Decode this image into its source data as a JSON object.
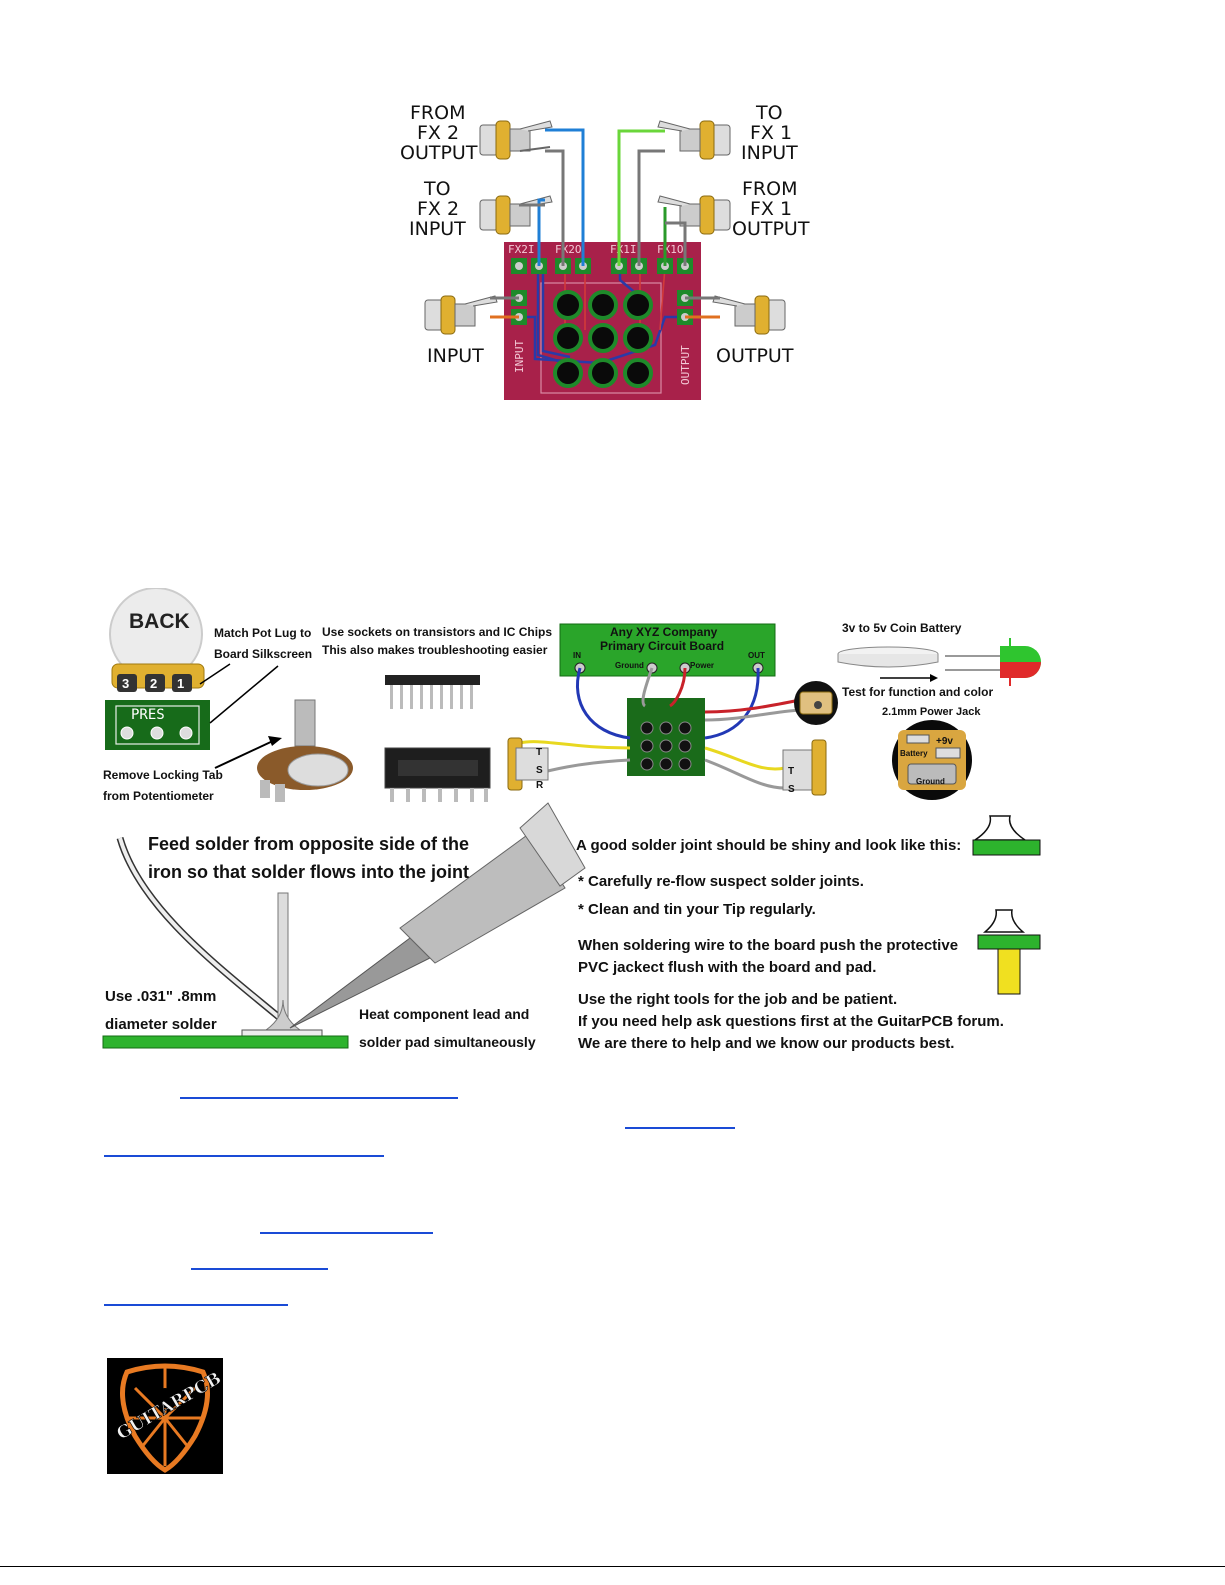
{
  "wiring": {
    "jack_labels": {
      "fx2_output": [
        "FROM",
        "FX 2",
        "OUTPUT"
      ],
      "fx1_input": [
        "TO",
        "FX 1",
        "INPUT"
      ],
      "fx2_input": [
        "TO",
        "FX 2",
        "INPUT"
      ],
      "fx1_output": [
        "FROM",
        "FX 1",
        "OUTPUT"
      ],
      "input": "INPUT",
      "output": "OUTPUT"
    },
    "board_silk": {
      "fx2i": "FX2I",
      "fx2o": "FX2O",
      "fx1i": "FX1I",
      "fx1o": "FX1O",
      "input": "INPUT",
      "output": "OUTPUT"
    },
    "colors": {
      "board": "#a8214a",
      "pad": "#1e8a2a",
      "wire_blue": "#1f7fd6",
      "wire_green": "#6ad63a",
      "wire_gray": "#777777",
      "wire_orange": "#e07020"
    }
  },
  "guide": {
    "pot_back": "BACK",
    "lug_numbers": [
      "3",
      "2",
      "1"
    ],
    "pres_label": "PRES",
    "match_pot_line1": "Match Pot Lug to",
    "match_pot_line2": "Board Silkscreen",
    "remove_tab_line1": "Remove Locking Tab",
    "remove_tab_line2": "from Potentiometer",
    "sockets_line1": "Use sockets on transistors and IC Chips",
    "sockets_line2": "This also makes troubleshooting easier",
    "company_line1": "Any XYZ Company",
    "company_line2": "Primary Circuit Board",
    "board_pins": [
      "IN",
      "Ground",
      "Power",
      "OUT"
    ],
    "jack_t": "T",
    "jack_s": "S",
    "jack_r": "R",
    "coin_battery": "3v to 5v Coin Battery",
    "test_function": "Test for function and color",
    "power_jack": "2.1mm Power Jack",
    "plus9v": "+9v",
    "battery": "Battery",
    "ground": "Ground",
    "feed_solder_line1": "Feed solder from opposite side of the",
    "feed_solder_line2": "iron so that solder flows into the joint",
    "use_solder_line1": "Use .031\" .8mm",
    "use_solder_line2": "diameter solder",
    "heat_line1": "Heat component lead and",
    "heat_line2": "solder pad simultaneously",
    "good_joint": "A good solder joint should be shiny and look like this:",
    "reflow": "* Carefully re-flow suspect solder joints.",
    "clean_tip": "* Clean and tin your Tip regularly.",
    "pvc_line1": "When soldering wire to the board push the protective",
    "pvc_line2": "PVC jackect flush with the board and pad.",
    "tools_line1": "Use the right tools for the job and be patient.",
    "tools_line2": "If you need help ask questions first at the GuitarPCB forum.",
    "tools_line3": "We are there to help and we know our products best."
  },
  "logo": {
    "text": "GUITARPCB"
  }
}
